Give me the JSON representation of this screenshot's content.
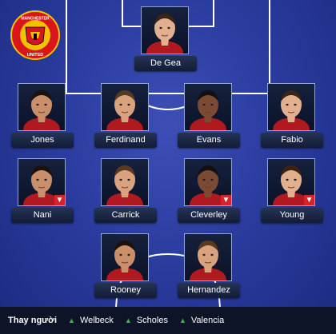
{
  "club": {
    "crest_text_top": "MANCHESTER",
    "crest_text_bottom": "UNITED"
  },
  "colors": {
    "pitch": "#2b3c9f",
    "name_bar": "#1a2444",
    "sub_out": "#d6242a",
    "sub_in": "#3cbb3c"
  },
  "lineup": {
    "goalkeeper": [
      {
        "name": "De Gea",
        "subbed_off": false
      }
    ],
    "defenders": [
      {
        "name": "Jones",
        "subbed_off": false
      },
      {
        "name": "Ferdinand",
        "subbed_off": false
      },
      {
        "name": "Evans",
        "subbed_off": false
      },
      {
        "name": "Fabio",
        "subbed_off": false
      }
    ],
    "midfielders": [
      {
        "name": "Nani",
        "subbed_off": true
      },
      {
        "name": "Carrick",
        "subbed_off": false
      },
      {
        "name": "Cleverley",
        "subbed_off": true
      },
      {
        "name": "Young",
        "subbed_off": true
      }
    ],
    "forwards": [
      {
        "name": "Rooney",
        "subbed_off": false
      },
      {
        "name": "Hernandez",
        "subbed_off": false
      }
    ]
  },
  "substitutes": {
    "title": "Thay người",
    "players": [
      "Welbeck",
      "Scholes",
      "Valencia"
    ],
    "icon": "arrow-up-icon"
  }
}
